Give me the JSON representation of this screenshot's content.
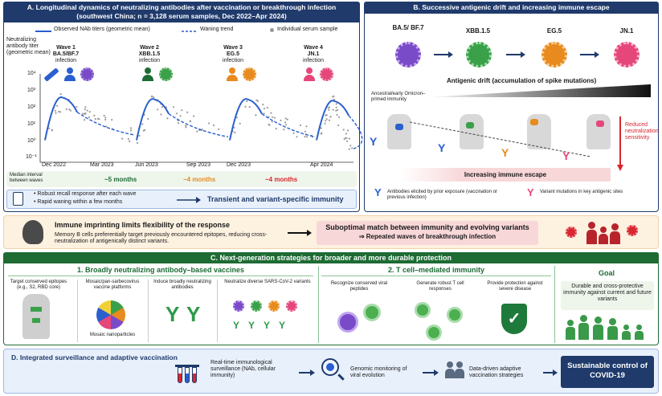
{
  "colors": {
    "navy": "#1f3a6b",
    "green": "#1e6b34",
    "blue": "#2a5fcf",
    "orange": "#e88a1e",
    "red": "#d9262f",
    "purple": "#7a4bc9",
    "vgreen": "#3aa04a",
    "pink": "#e5477a",
    "lightpink": "#f8d7d9",
    "lightpeach": "#fdf1e0",
    "lightblue": "#e8f0fb",
    "lightgreen": "#eef6ec"
  },
  "panelA": {
    "title": "A. Longitudinal dynamics of neutralizing antibodies after vaccination or breakthrough infection (southwest China; n = 3,128 serum samples, Dec 2022–Apr 2024)",
    "legend": {
      "observed": "Observed NAb titers (geometric mean)",
      "waning": "Waning trend",
      "samples": "Individual serum sample"
    },
    "ylabel": "Neutralizing antibody titer (geometric mean)",
    "yticks": [
      "10⁴",
      "10³",
      "10²",
      "10¹",
      "10⁰",
      "10⁻¹"
    ],
    "xticks": [
      "Dec 2022",
      "Mar 2023",
      "Jun 2023",
      "Sep 2023",
      "Dec 2023",
      "Apr 2024"
    ],
    "waves": [
      {
        "label": "Wave 1",
        "variant": "BA.5/BF.7",
        "sub": "infection"
      },
      {
        "label": "Wave 2",
        "variant": "XBB.1.5",
        "sub": "infection"
      },
      {
        "label": "Wave 3",
        "variant": "EG.5",
        "sub": "infection"
      },
      {
        "label": "Wave 4",
        "variant": "JN.1",
        "sub": "infection"
      }
    ],
    "median_label": "Median interval between waves",
    "intervals": [
      "~5 months",
      "~4 months",
      "~4 months"
    ],
    "bullets": [
      "Robust recall response after each wave",
      "Rapid waning within a few months"
    ],
    "takeaway": "Transient and variant-specific immunity"
  },
  "chart_data": {
    "type": "line",
    "title": "",
    "xlabel": "",
    "ylabel": "Neutralizing antibody titer (geometric mean)",
    "ylim": [
      "10⁻¹",
      "10⁴"
    ],
    "log_y": true,
    "x": [
      "Dec 2022",
      "Mar 2023",
      "Jun 2023",
      "Sep 2023",
      "Dec 2023",
      "Apr 2024"
    ],
    "series": [
      {
        "name": "Observed NAb titers (geometric mean)",
        "peaks_log10": [
          2.7,
          2.6,
          2.6,
          2.5
        ]
      },
      {
        "name": "Waning trend",
        "end_log10": [
          0.5,
          0.4,
          0.4,
          -0.3
        ]
      }
    ]
  },
  "panelB": {
    "title": "B. Successive antigenic drift and increasing immune escape",
    "variants": [
      "BA.5/ BF.7",
      "XBB.1.5",
      "EG.5",
      "JN.1"
    ],
    "drift": "Antigenic drift (accumulation of spike mutations)",
    "primed": "Ancestral/early Omicron–primed immunity",
    "reduced": "Reduced neutralization sensitivity",
    "escape": "Increasing immune escape",
    "legend1": "Antibodies elicited by prior exposure (vaccination or previous infection)",
    "legend2": "Variant mutations in key antigenic sites"
  },
  "imprint": {
    "title": "Immune imprinting limits flexibility of the response",
    "body": "Memory B cells preferentially target previously encountered epitopes, reducing cross-neutralization of antigenically distinct variants.",
    "match": "Suboptimal match between immunity and evolving variants",
    "result": "⇒ Repeated waves of breakthrough infection"
  },
  "panelC": {
    "title": "C. Next-generation strategies for broader and more durable protection",
    "c1": {
      "title": "1. Broadly neutralizing antibody–based vaccines",
      "items": [
        "Target conserved epitopes (e.g., S2, RBD core)",
        "Mosaic/pan-sarbecovirus vaccine platforms",
        "Induce broadly neutralizing antibodies",
        "Neutralize diverse SARS-CoV-2 variants"
      ],
      "mosaic": "Mosaic nanoparticles"
    },
    "c2": {
      "title": "2. T cell–mediated immunity",
      "items": [
        "Recognize conserved viral peptides",
        "Generate robust T cell responses",
        "Provide protection against severe disease"
      ]
    },
    "goal": {
      "title": "Goal",
      "text": "Durable and cross-protective immunity against current and future variants"
    }
  },
  "panelD": {
    "title": "D. Integrated surveillance and adaptive vaccination",
    "steps": [
      "Real-time immunological surveillance (NAb, cellular immunity)",
      "Genomic monitoring of viral evolution",
      "Data-driven adaptive vaccination strategies"
    ],
    "final": "Sustainable control of COVID-19"
  }
}
